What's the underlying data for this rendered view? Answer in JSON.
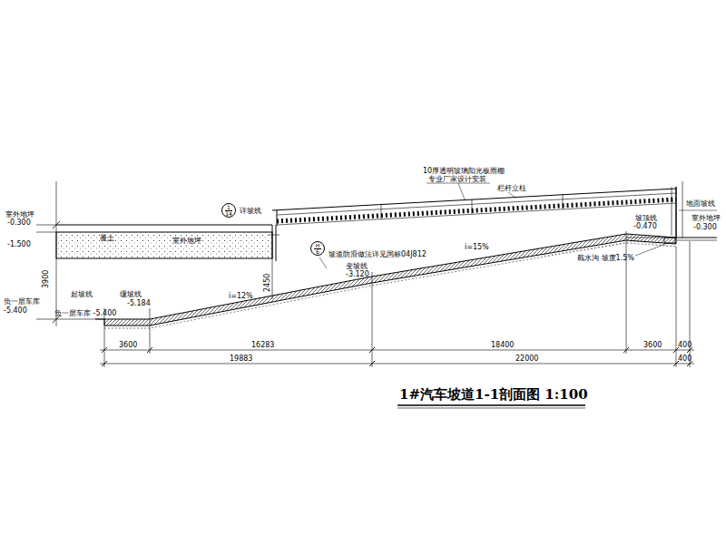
{
  "diagram": {
    "title": "1#汽车坡道1-1剖面图 1:100",
    "nodes": [
      {
        "text": [
          "1",
          "14"
        ]
      },
      {
        "text": [
          "H",
          "6"
        ]
      }
    ],
    "labels": [
      "室外地坪",
      "-0.300",
      "-1.500",
      "覆土",
      "室外地坪",
      "3900",
      "负一层车库",
      "-5.400",
      "起坡线",
      "负一层车库 -5.400",
      "缓坡线",
      "-5.184",
      "i=12%",
      "2450",
      "变坡线",
      "-3.120",
      "坡道防滑做法详见国标04J812",
      "i=15%",
      "10厚透明玻璃阳光板雨棚",
      "专业厂家设计安装",
      "栏杆立柱",
      "地面坡线",
      "室外地坪",
      "-0.300",
      "详坡线",
      "坡顶线",
      "-0.470",
      "截水沟 坡度1.5%",
      "3600",
      "16283",
      "18400",
      "3600",
      "400",
      "19883",
      "22000",
      "400"
    ]
  }
}
